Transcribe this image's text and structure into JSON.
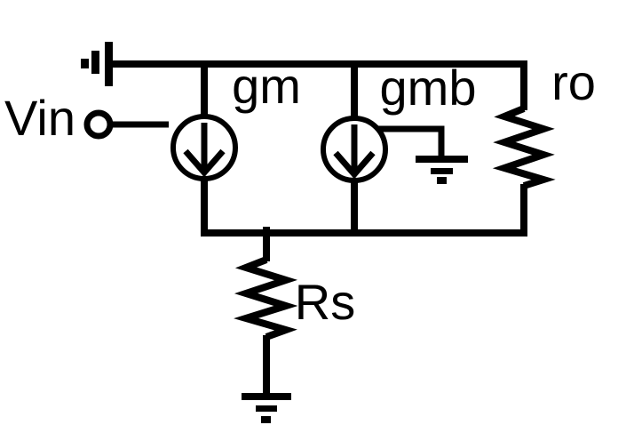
{
  "colors": {
    "ink": "#000000",
    "background": "#ffffff"
  },
  "components": {
    "vin": {
      "label": "Vin",
      "type": "input-terminal"
    },
    "gm": {
      "label": "gm",
      "type": "current-source"
    },
    "gmb": {
      "label": "gmb",
      "type": "current-source"
    },
    "ro": {
      "label": "ro",
      "type": "resistor"
    },
    "rs": {
      "label": "Rs",
      "type": "resistor"
    }
  }
}
